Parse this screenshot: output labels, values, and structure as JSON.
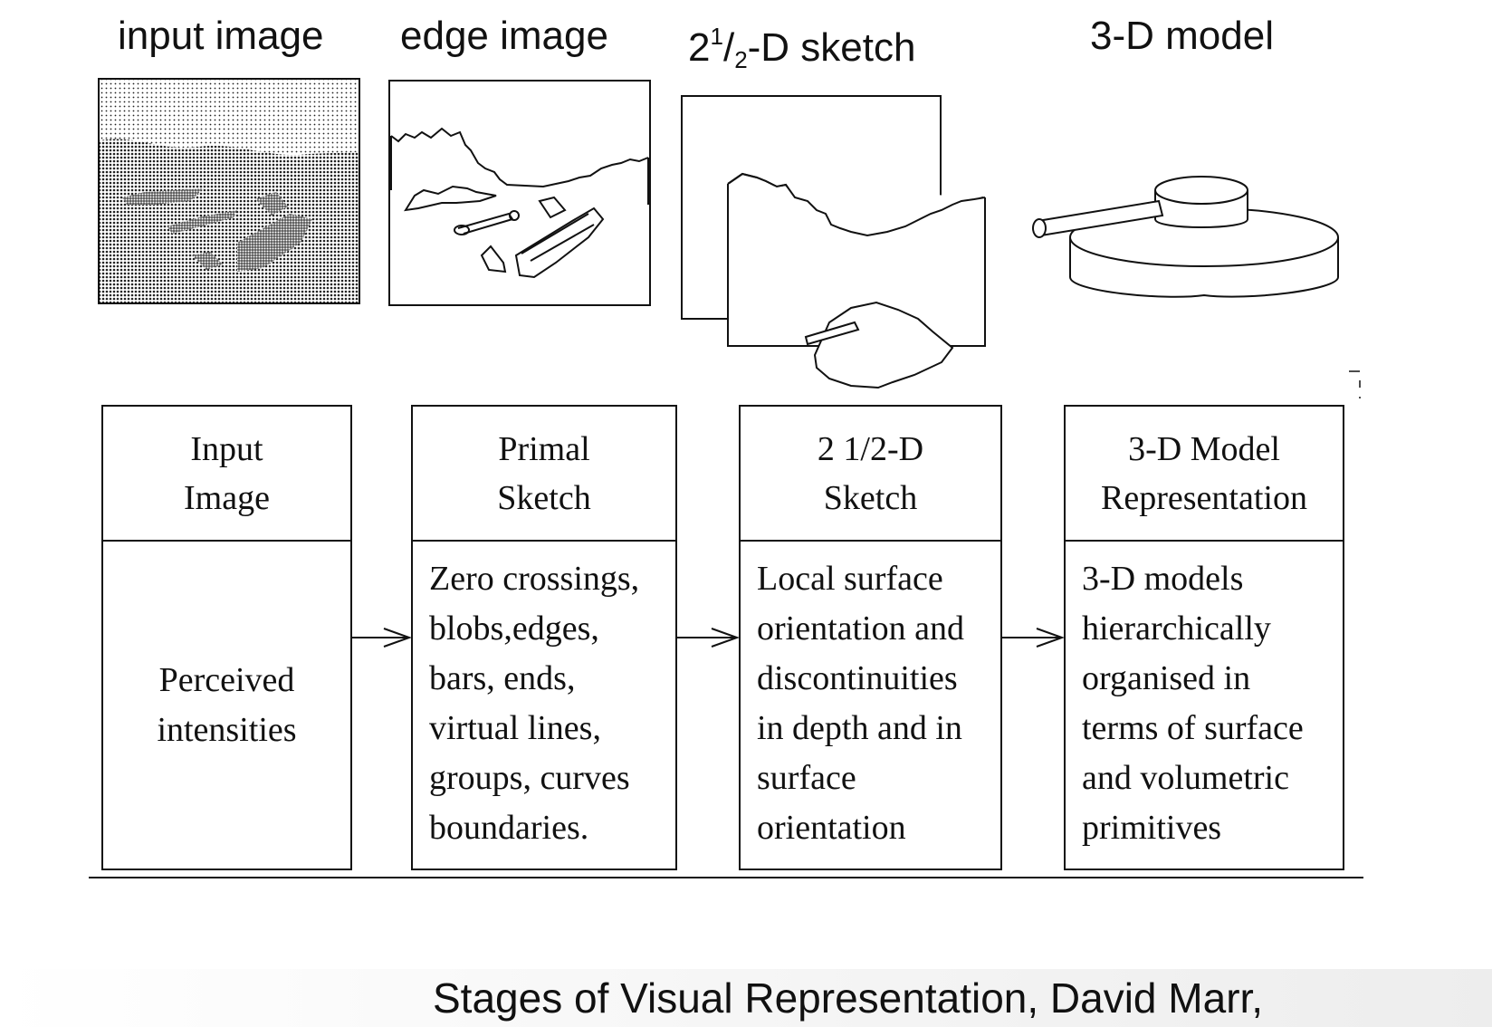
{
  "top_labels": {
    "input_image": "input image",
    "edge_image": "edge image",
    "sketch_25d": {
      "base": "2",
      "sup": "1",
      "slash": "/",
      "sub": "2",
      "rest": "-D sketch"
    },
    "model_3d": "3-D model"
  },
  "stages": [
    {
      "title": [
        "Input",
        "Image"
      ],
      "description": [
        "Perceived",
        "intensities"
      ]
    },
    {
      "title": [
        "Primal",
        "Sketch"
      ],
      "description": [
        "Zero crossings,",
        "blobs,edges,",
        "bars, ends,",
        "virtual lines,",
        "groups, curves",
        "boundaries."
      ]
    },
    {
      "title": [
        "2 1/2-D",
        "Sketch"
      ],
      "description": [
        "Local surface",
        "orientation and",
        "discontinuities",
        "in depth and in",
        "surface",
        "orientation"
      ]
    },
    {
      "title": [
        "3-D Model",
        "Representation"
      ],
      "description": [
        "3-D models",
        "hierarchically",
        "organised in",
        "terms of surface",
        "and volumetric",
        "primitives"
      ]
    }
  ],
  "caption": "Stages of Visual Representation, David Marr,"
}
